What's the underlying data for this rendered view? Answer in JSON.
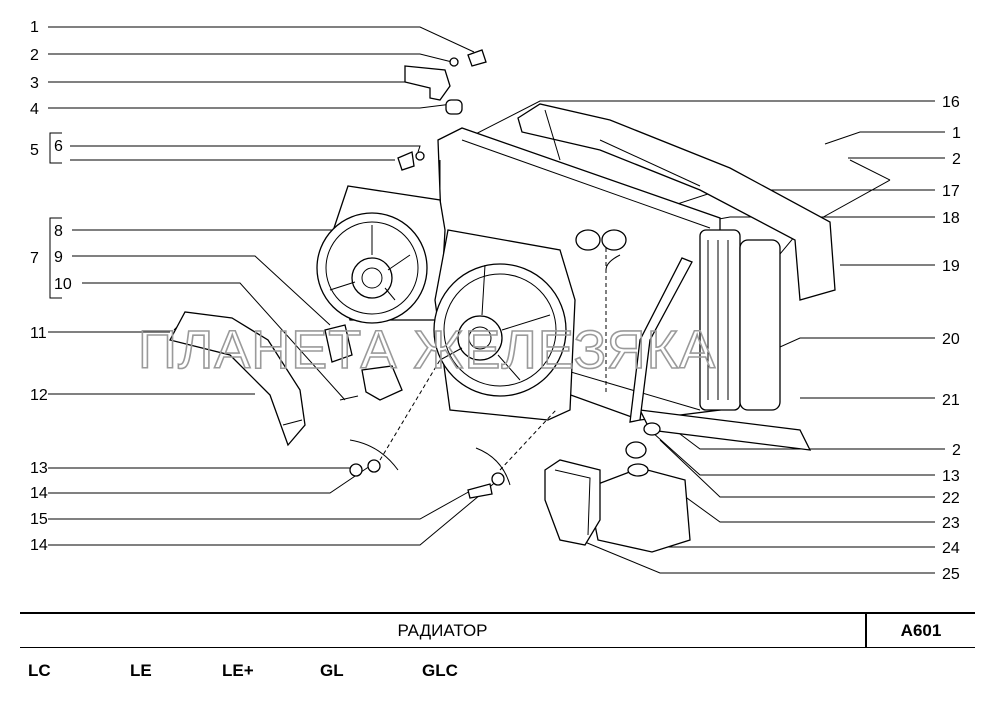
{
  "watermark": "ПЛАНЕТА ЖЕЛЕЗЯКА",
  "title": "РАДИАТОР",
  "code": "A601",
  "versions": [
    "LC",
    "LE",
    "LE+",
    "GL",
    "GLC"
  ],
  "callouts_left": [
    "1",
    "2",
    "3",
    "4",
    "5",
    "6",
    "7",
    "8",
    "9",
    "10",
    "11",
    "12",
    "13",
    "14",
    "15",
    "14"
  ],
  "callouts_right": [
    "16",
    "1",
    "2",
    "17",
    "18",
    "19",
    "20",
    "21",
    "2",
    "13",
    "22",
    "23",
    "24",
    "25"
  ]
}
